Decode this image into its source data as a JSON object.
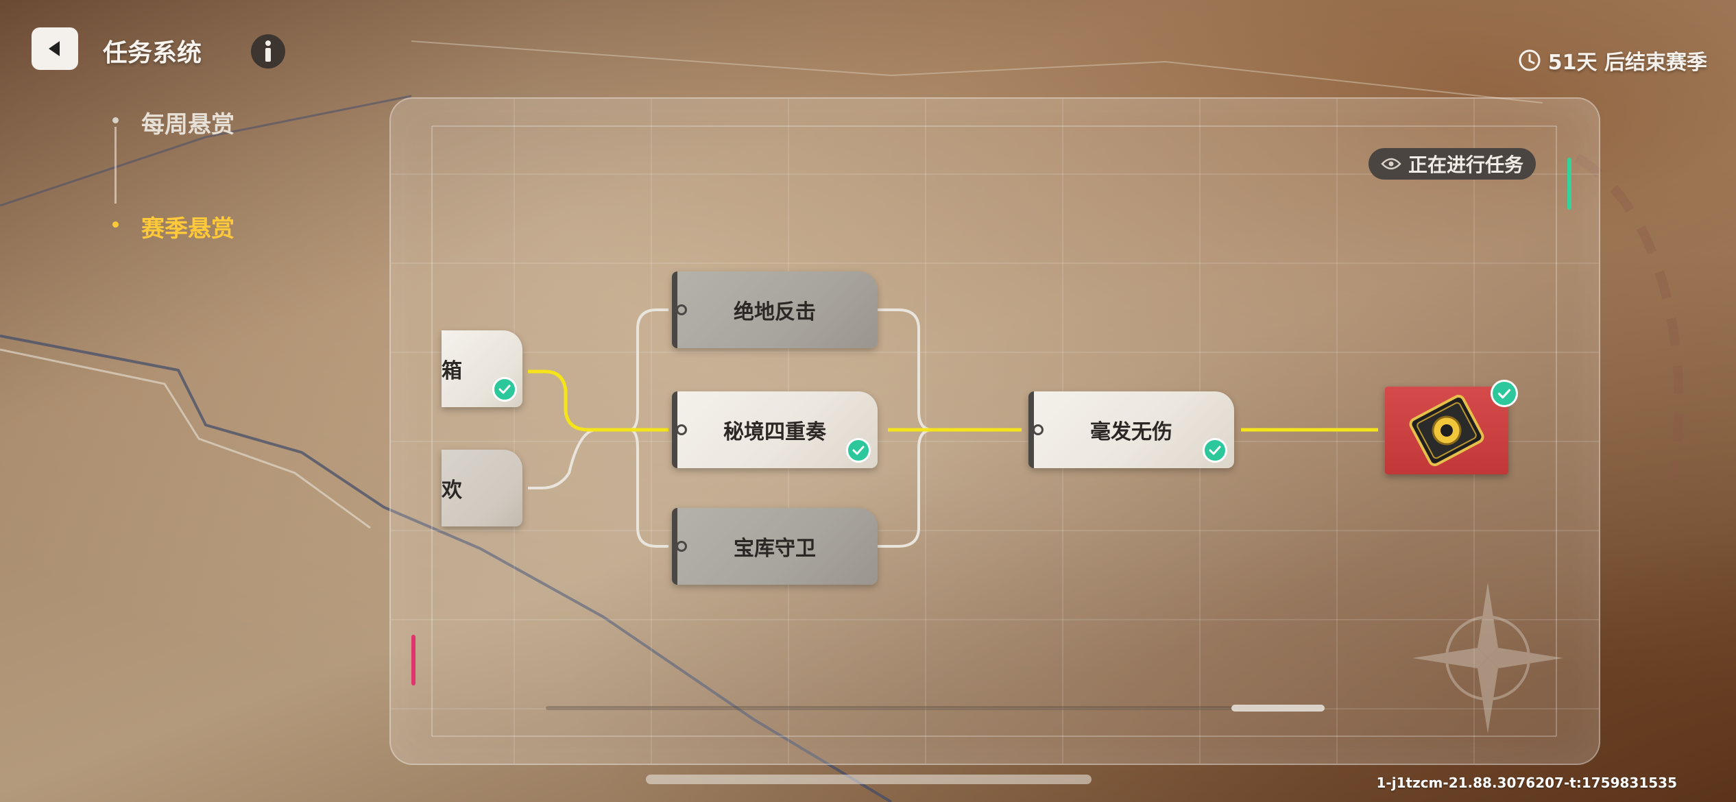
{
  "header": {
    "title": "任务系统",
    "back_icon": "back-arrow-icon",
    "info_icon": "info-icon"
  },
  "season": {
    "timer_text": "51天 后结束赛季",
    "timer_icon": "clock-icon"
  },
  "side_nav": {
    "items": [
      {
        "label": "每周悬赏",
        "active": false
      },
      {
        "label": "赛季悬赏",
        "active": true
      }
    ],
    "active_color": "#ffc93a",
    "inactive_color": "#e7e0d6"
  },
  "panel": {
    "status_chip": "正在进行任务",
    "status_icon": "eye-icon"
  },
  "tree": {
    "partial_nodes": [
      {
        "label": "箱",
        "completed": true
      },
      {
        "label": "欢",
        "completed": false
      }
    ],
    "branch_nodes": [
      {
        "label": "绝地反击",
        "completed": false,
        "locked": true
      },
      {
        "label": "秘境四重奏",
        "completed": true,
        "locked": false
      },
      {
        "label": "宝库守卫",
        "completed": false,
        "locked": true
      }
    ],
    "final_node": {
      "label": "毫发无伤",
      "completed": true
    },
    "reward": {
      "icon": "gold-card-icon",
      "completed": true
    },
    "active_path_color": "#f4e419",
    "inactive_path_color": "#e9e4dc"
  },
  "footer": {
    "build_id": "1-j1tzcm-21.88.3076207-t:1759831535"
  }
}
